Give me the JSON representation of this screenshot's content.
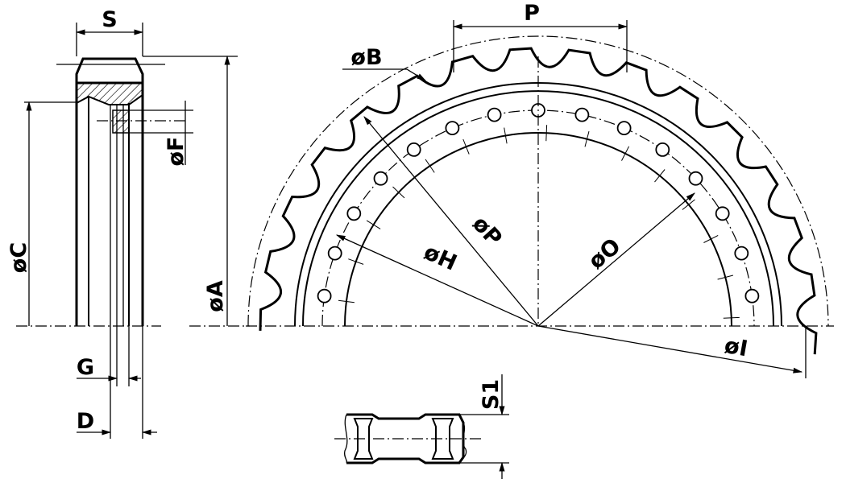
{
  "labels": {
    "S": "S",
    "P": "P",
    "oB": "øB",
    "oF": "øF",
    "oC": "øC",
    "oA": "øA",
    "oP": "øP",
    "oH": "øH",
    "oO": "øO",
    "oI": "øI",
    "G": "G",
    "D": "D",
    "S1": "S1"
  },
  "sprocket": {
    "visible_teeth": 15,
    "visible_holes": 15
  },
  "colors": {
    "line": "#000000",
    "background": "#ffffff"
  }
}
